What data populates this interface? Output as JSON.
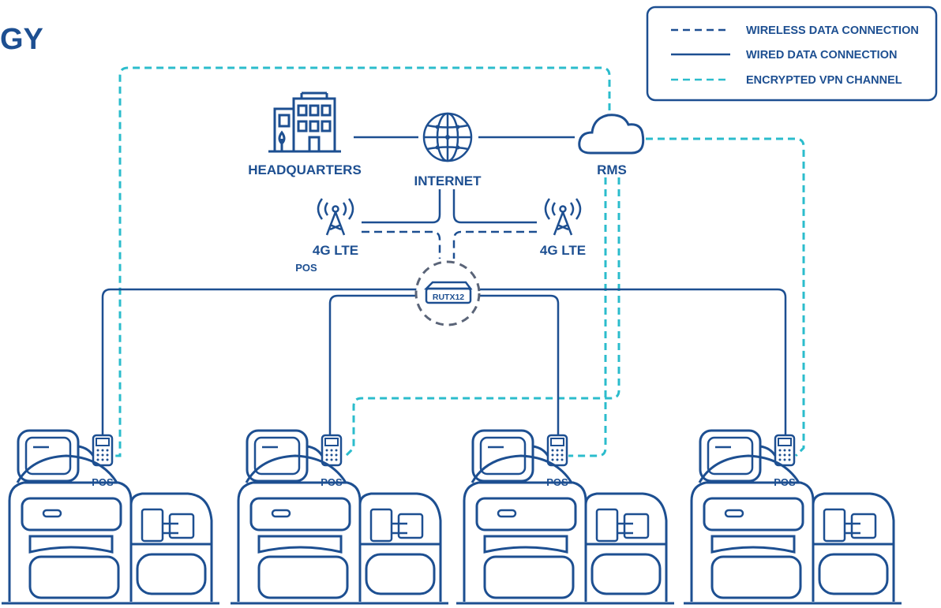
{
  "title": "GY",
  "legend": {
    "wireless": "WIRELESS DATA CONNECTION",
    "wired": "WIRED DATA CONNECTION",
    "vpn": "ENCRYPTED VPN CHANNEL"
  },
  "nodes": {
    "headquarters": "HEADQUARTERS",
    "internet": "INTERNET",
    "rms": "RMS",
    "lte_left": "4G LTE",
    "lte_right": "4G LTE",
    "pos_small": "POS",
    "router": "RUTX12",
    "pos_terminals": [
      "POS",
      "POS",
      "POS",
      "POS"
    ]
  },
  "colors": {
    "navy": "#1d4f91",
    "vpn_cyan": "#2bbccc",
    "router_ring": "#5a6478"
  }
}
